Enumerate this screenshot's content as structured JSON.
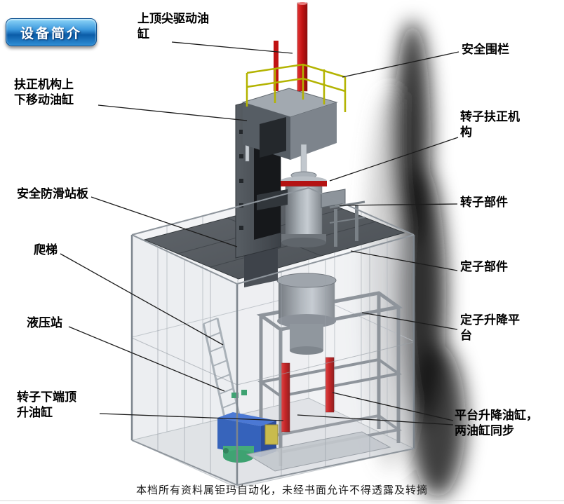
{
  "badge": {
    "label": "设备简介"
  },
  "footer": {
    "text": "本档所有资料属钜玛自动化，未经书面允许不得透露及转摘"
  },
  "colors": {
    "badge_blue": "#2f8fd6",
    "cylinder_red": "#c41414",
    "railing_yellow": "#b3b300",
    "hydraulic_blue": "#2456b8",
    "machine_gray": "#50555b"
  },
  "labels": [
    {
      "id": "top-drive-cylinder",
      "text": "上顶尖驱动油\n缸"
    },
    {
      "id": "safety-fence",
      "text": "安全围栏"
    },
    {
      "id": "centering-move-cylinder",
      "text": "扶正机构上\n下移动油缸"
    },
    {
      "id": "rotor-centering-mechanism",
      "text": "转子扶正机\n构"
    },
    {
      "id": "anti-slip-platform",
      "text": "安全防滑站板"
    },
    {
      "id": "rotor-component",
      "text": "转子部件"
    },
    {
      "id": "ladder",
      "text": "爬梯"
    },
    {
      "id": "stator-component",
      "text": "定子部件"
    },
    {
      "id": "hydraulic-station",
      "text": "液压站"
    },
    {
      "id": "stator-lift-platform",
      "text": "定子升降平\n台"
    },
    {
      "id": "rotor-bottom-jack-cylinder",
      "text": "转子下端顶\n升油缸"
    },
    {
      "id": "platform-lift-cylinders",
      "text": "平台升降油缸，\n两油缸同步"
    }
  ]
}
